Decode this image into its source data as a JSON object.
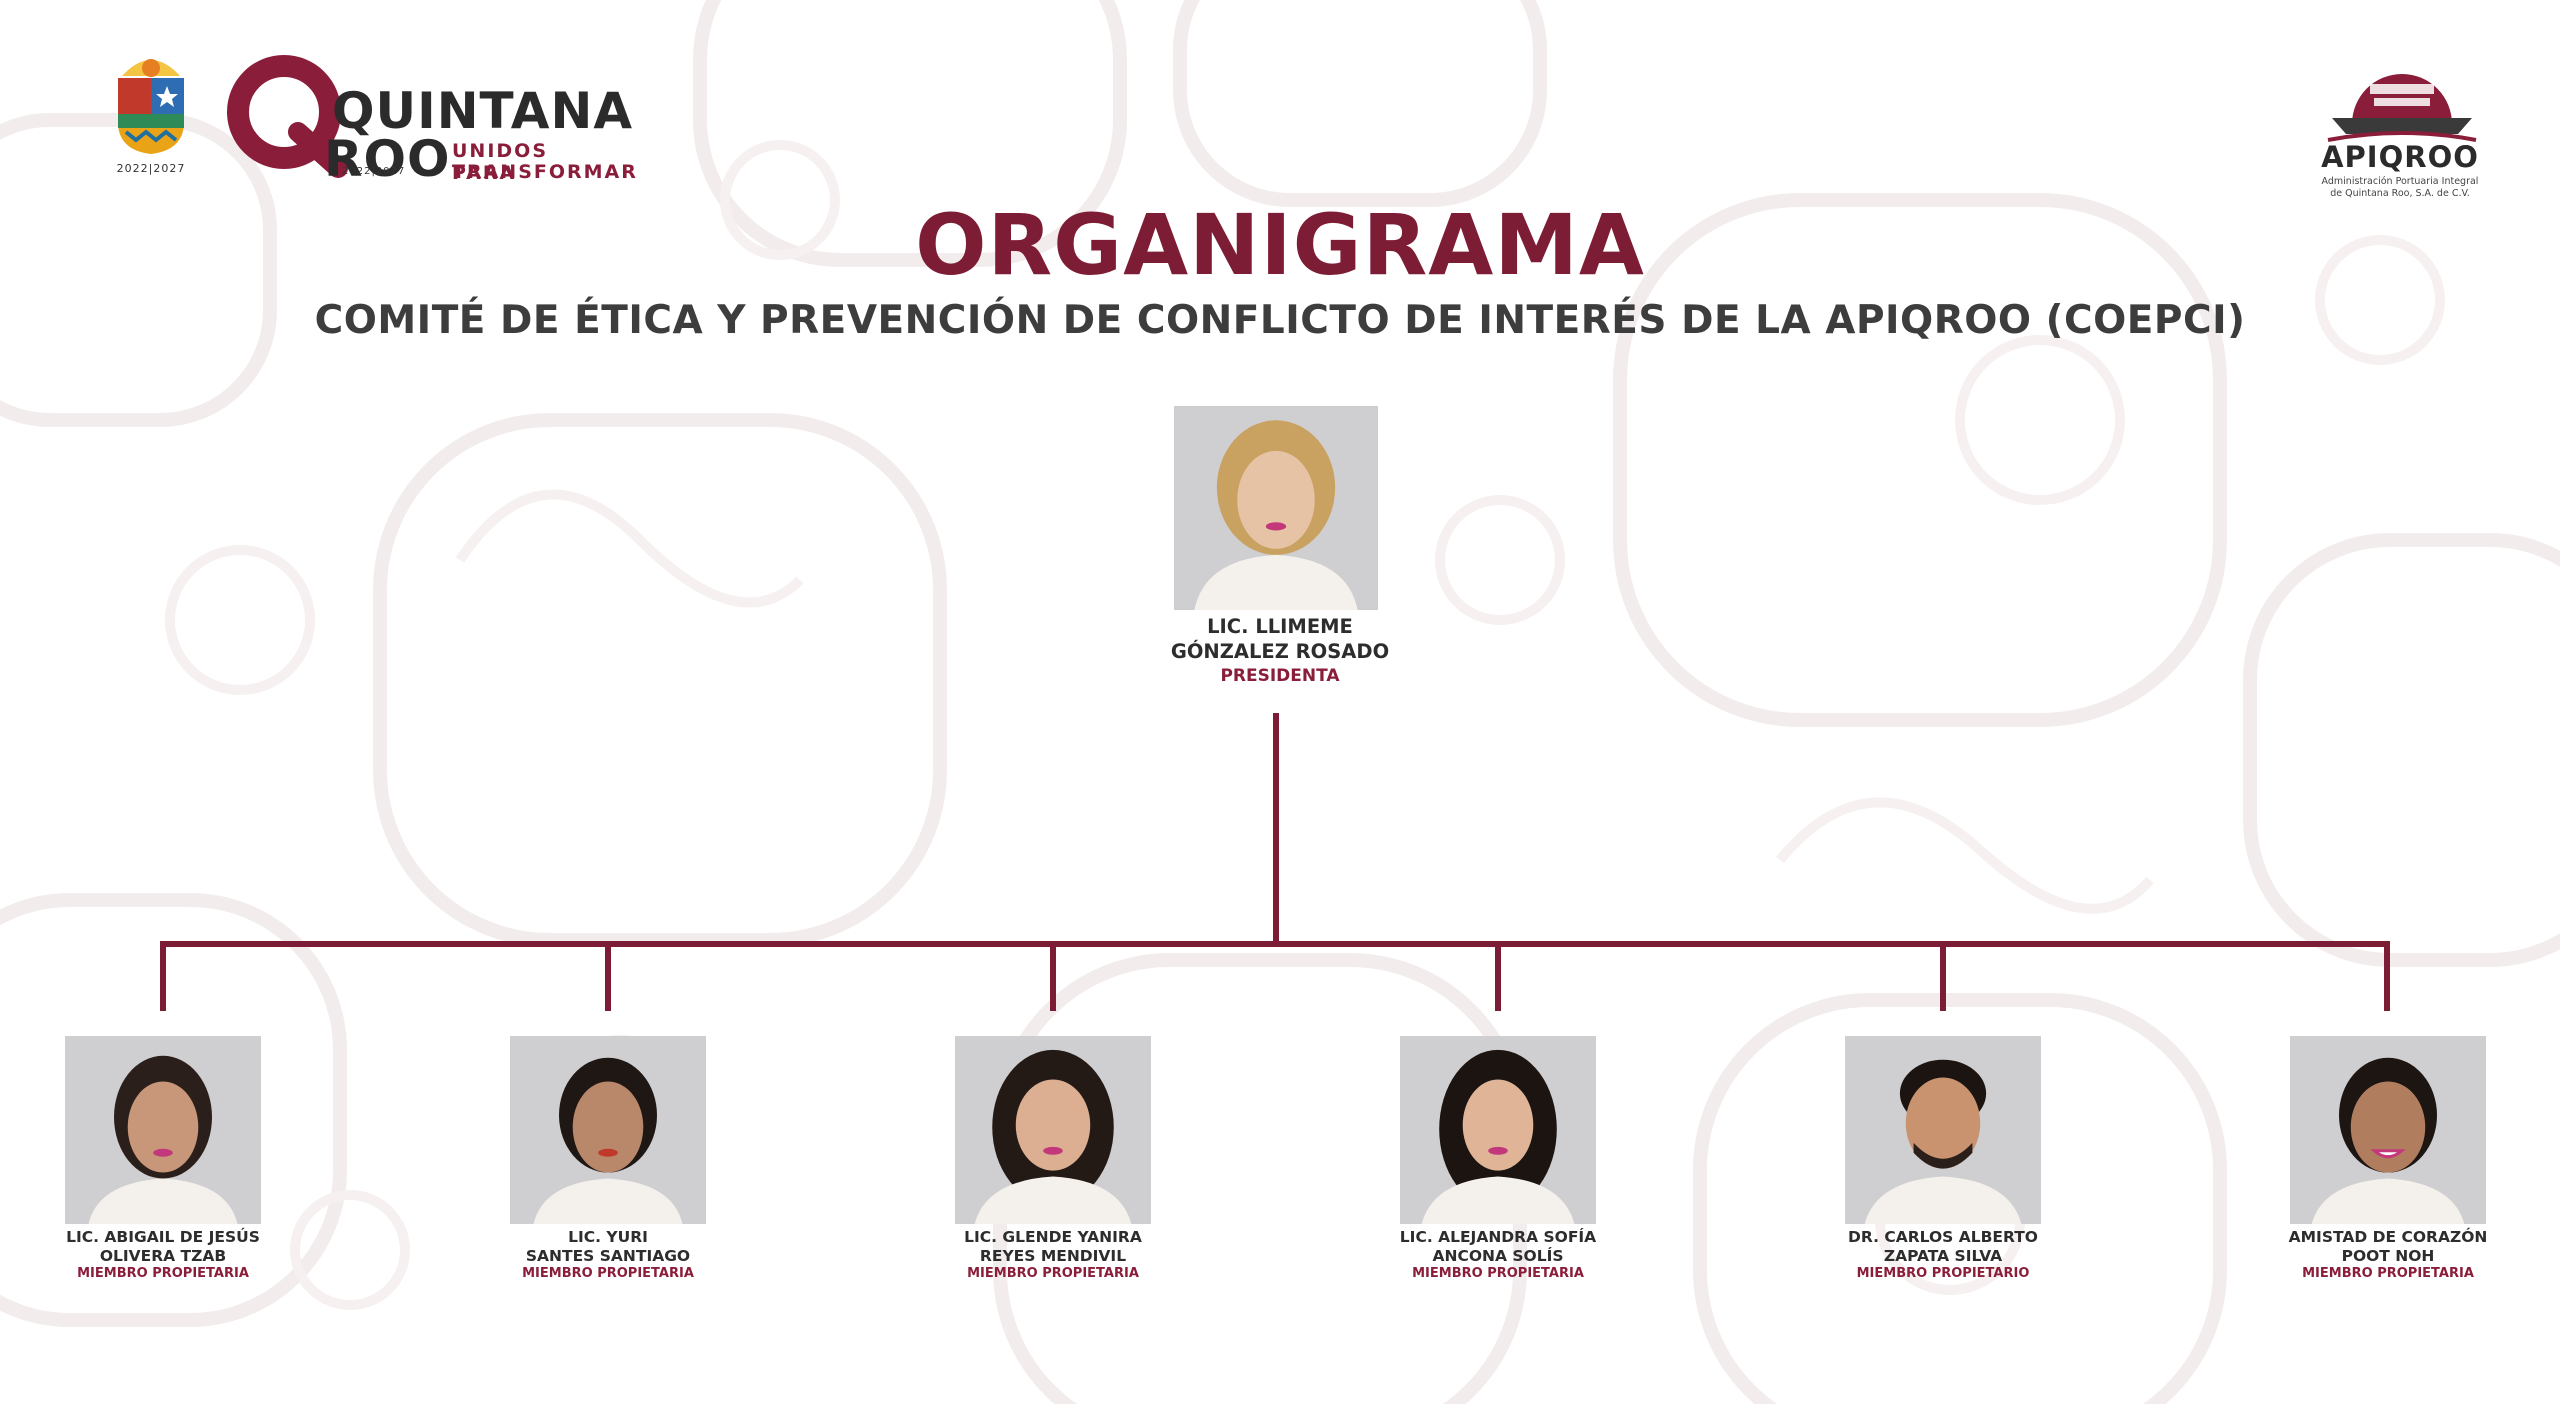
{
  "header": {
    "left_logo": {
      "shield_years": "2022|2027",
      "brand_line1": "QUINTANA",
      "brand_line2": "ROO",
      "slogan_line1": "UNIDOS PARA",
      "slogan_line2": "TRANSFORMAR",
      "brand_years": "2022|2027"
    },
    "right_logo": {
      "name": "APIQROO",
      "subtitle": "Administración Portuaria Integral\nde Quintana Roo, S.A. de C.V."
    }
  },
  "title": "ORGANIGRAMA",
  "subtitle": "COMITÉ DE ÉTICA Y PREVENCIÓN DE CONFLICTO DE INTERÉS DE LA APIQROO (COEPCI)",
  "colors": {
    "accent": "#7d1c35",
    "text": "#3d3d3d",
    "photo_bg": "#cfcfd1"
  },
  "president": {
    "name": "LIC. LLIMEME\nGÓNZALEZ ROSADO",
    "role": "PRESIDENTA"
  },
  "members": [
    {
      "name": "LIC. ABIGAIL DE JESÚS\nOLIVERA TZAB",
      "role": "MIEMBRO PROPIETARIA"
    },
    {
      "name": "LIC. YURI\nSANTES SANTIAGO",
      "role": "MIEMBRO PROPIETARIA"
    },
    {
      "name": "LIC. GLENDE YANIRA\nREYES MENDIVIL",
      "role": "MIEMBRO PROPIETARIA"
    },
    {
      "name": "LIC. ALEJANDRA SOFÍA\nANCONA SOLÍS",
      "role": "MIEMBRO PROPIETARIA"
    },
    {
      "name": "DR. CARLOS ALBERTO\nZAPATA SILVA",
      "role": "MIEMBRO PROPIETARIO"
    },
    {
      "name": "AMISTAD DE CORAZÓN\nPOOT NOH",
      "role": "MIEMBRO PROPIETARIA"
    }
  ]
}
